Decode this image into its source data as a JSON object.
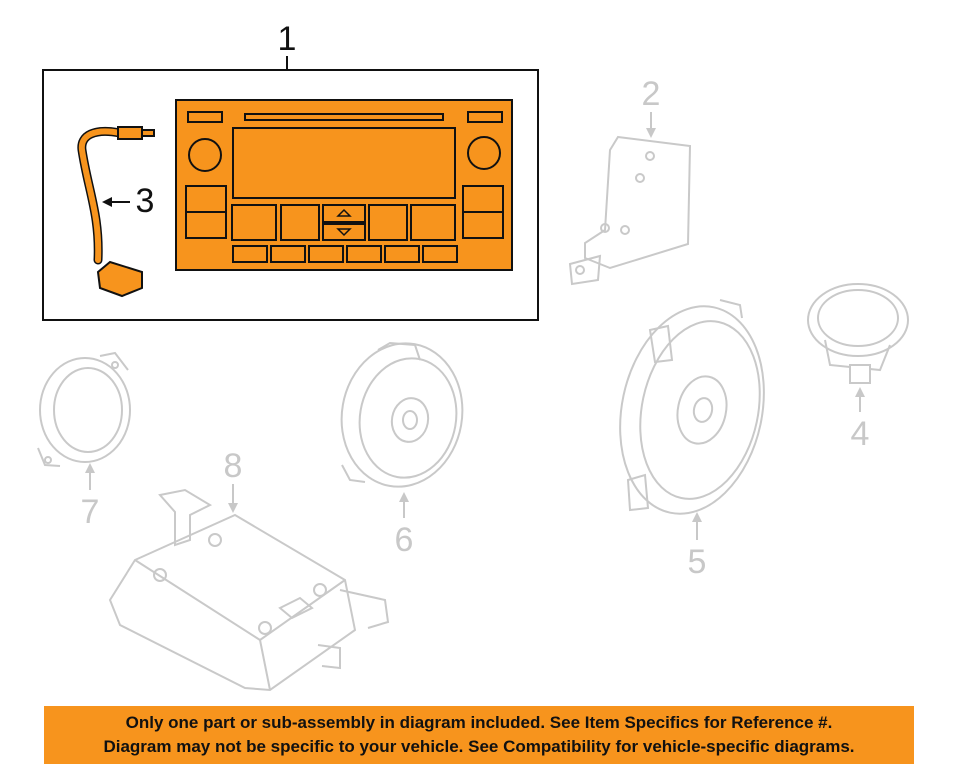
{
  "callouts": {
    "c1": "1",
    "c2": "2",
    "c3": "3",
    "c4": "4",
    "c5": "5",
    "c6": "6",
    "c7": "7",
    "c8": "8"
  },
  "banner": {
    "line1": "Only one part or sub-assembly in diagram included. See Item Specifics for Reference #.",
    "line2": "Diagram may not be specific to your vehicle. See Compatibility for vehicle-specific diagrams."
  },
  "colors": {
    "highlight": "#f7941d",
    "outline": "#111111",
    "faded": "#c8c8c8"
  }
}
